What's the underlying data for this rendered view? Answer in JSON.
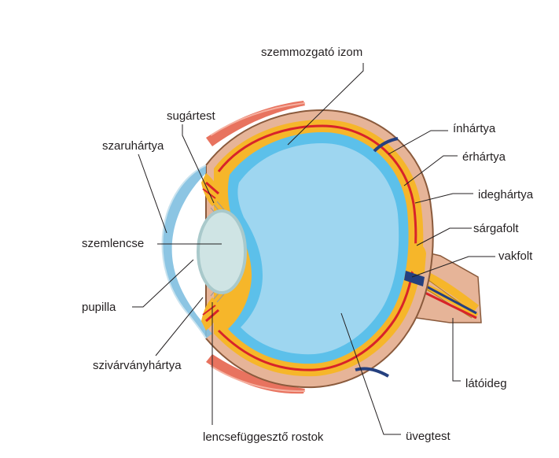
{
  "labels": {
    "eye_muscle": "szemmozgató izom",
    "ciliary_body": "sugártest",
    "cornea": "szaruhártya",
    "lens": "szemlencse",
    "pupil": "pupilla",
    "iris": "szivárványhártya",
    "zonular_fibers": "lencsefüggesztő rostok",
    "sclera": "ínhártya",
    "choroid": "érhártya",
    "retina": "ideghártya",
    "macula": "sárgafolt",
    "blind_spot": "vakfolt",
    "optic_nerve": "látóideg",
    "vitreous_body": "üvegtest"
  },
  "colors": {
    "sclera": "#e6b498",
    "sclera_outline": "#8a5a3c",
    "choroid": "#f6b62a",
    "retina_vessel": "#d8232a",
    "vitreous": "#9ed6f0",
    "vitreous_rim": "#5cc0ea",
    "cornea": "#7fbfe0",
    "lens": "#cfe4e4",
    "lens_rim": "#a9c9cb",
    "muscle": "#e8735f",
    "vein": "#25407f",
    "leader_line": "#231f20"
  }
}
